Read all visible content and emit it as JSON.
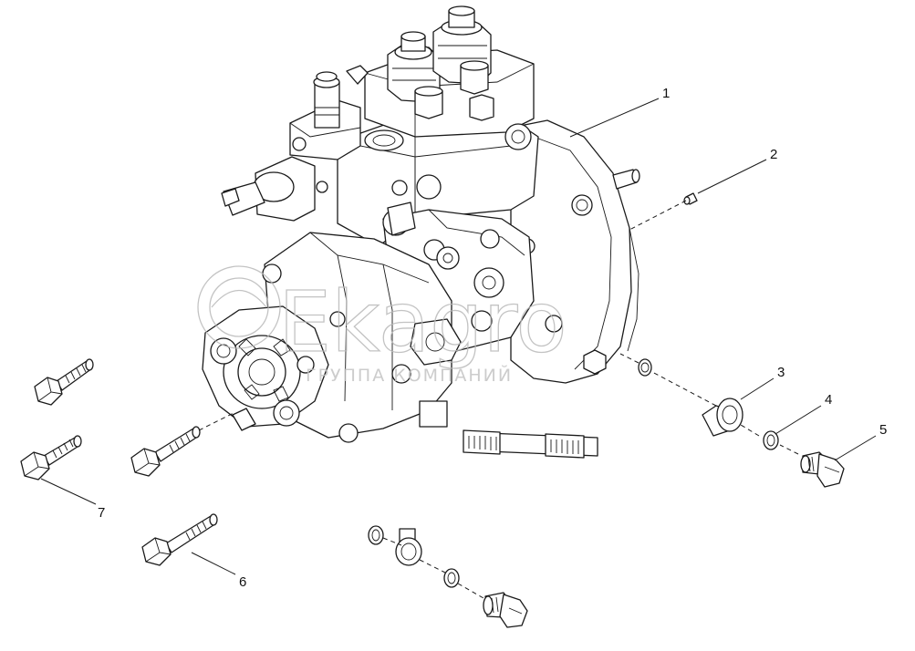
{
  "callouts": {
    "c1": "1",
    "c2": "2",
    "c3": "3",
    "c4": "4",
    "c5": "5",
    "c6": "6",
    "c7": "7"
  },
  "watermark": {
    "main": "Ekagro",
    "sub": "ГРУППА КОМПАНИЙ"
  },
  "colors": {
    "line": "#1a1a1a",
    "background": "#ffffff",
    "watermark": "#b9b9b9"
  }
}
